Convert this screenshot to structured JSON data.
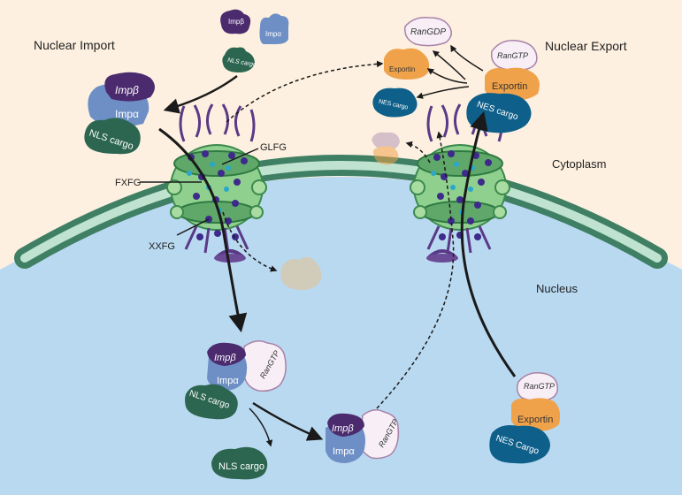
{
  "labels": {
    "nuclear_import": "Nuclear Import",
    "nuclear_export": "Nuclear Export",
    "cytoplasm": "Cytoplasm",
    "nucleus": "Nucleus",
    "glfg": "GLFG",
    "fxfg": "FXFG",
    "xxfg": "XXFG"
  },
  "import_complex_small": {
    "imp_beta": "Impβ",
    "imp_alpha": "Impα",
    "cargo": "NLS cargo"
  },
  "import_complex_cyto": {
    "imp_beta": "Impβ",
    "imp_alpha": "Impα",
    "cargo": "NLS cargo"
  },
  "import_complex_nuc": {
    "imp_beta": "Impβ",
    "imp_alpha": "Impα",
    "ran": "RanGTP",
    "cargo": "NLS cargo"
  },
  "released_cargo": {
    "cargo": "NLS cargo"
  },
  "recycle_complex": {
    "imp_beta": "Impβ",
    "imp_alpha": "Impα",
    "ran": "RanGTP"
  },
  "export_complex_nuc": {
    "ran": "RanGTP",
    "exportin": "Exportin",
    "cargo": "NES Cargo"
  },
  "export_complex_cyto": {
    "ran": "RanGTP",
    "exportin": "Exportin",
    "cargo": "NES cargo"
  },
  "export_disassembly": {
    "ran": "RanGDP",
    "exportin": "Exportin",
    "cargo": "NES cargo"
  },
  "colors": {
    "cytoplasm_bg": "#fdf0e0",
    "nucleus_bg": "#b9d9f1",
    "membrane": "#4f9477",
    "imp_beta": "#4b2a6e",
    "imp_alpha": "#6d8fc6",
    "nls_cargo": "#2c6650",
    "exportin": "#f0a24a",
    "nes_cargo": "#0e5f8a",
    "ran": "#f7eef6"
  }
}
